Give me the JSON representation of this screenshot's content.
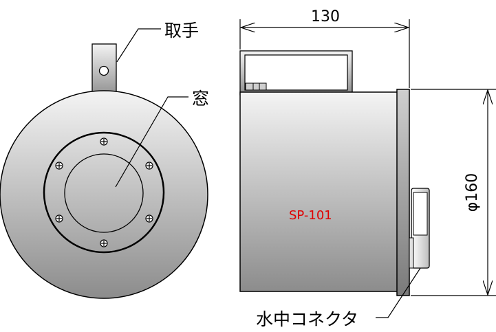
{
  "labels": {
    "handle": "取手",
    "window": "窓",
    "connector": "水中コネクタ",
    "model": "SP-101"
  },
  "dimensions": {
    "length": "130",
    "diameter": "φ160"
  },
  "colors": {
    "body_light": "#f2f2f2",
    "body_dark": "#8e8e8e",
    "line": "#000000",
    "model_text": "#e00000"
  }
}
